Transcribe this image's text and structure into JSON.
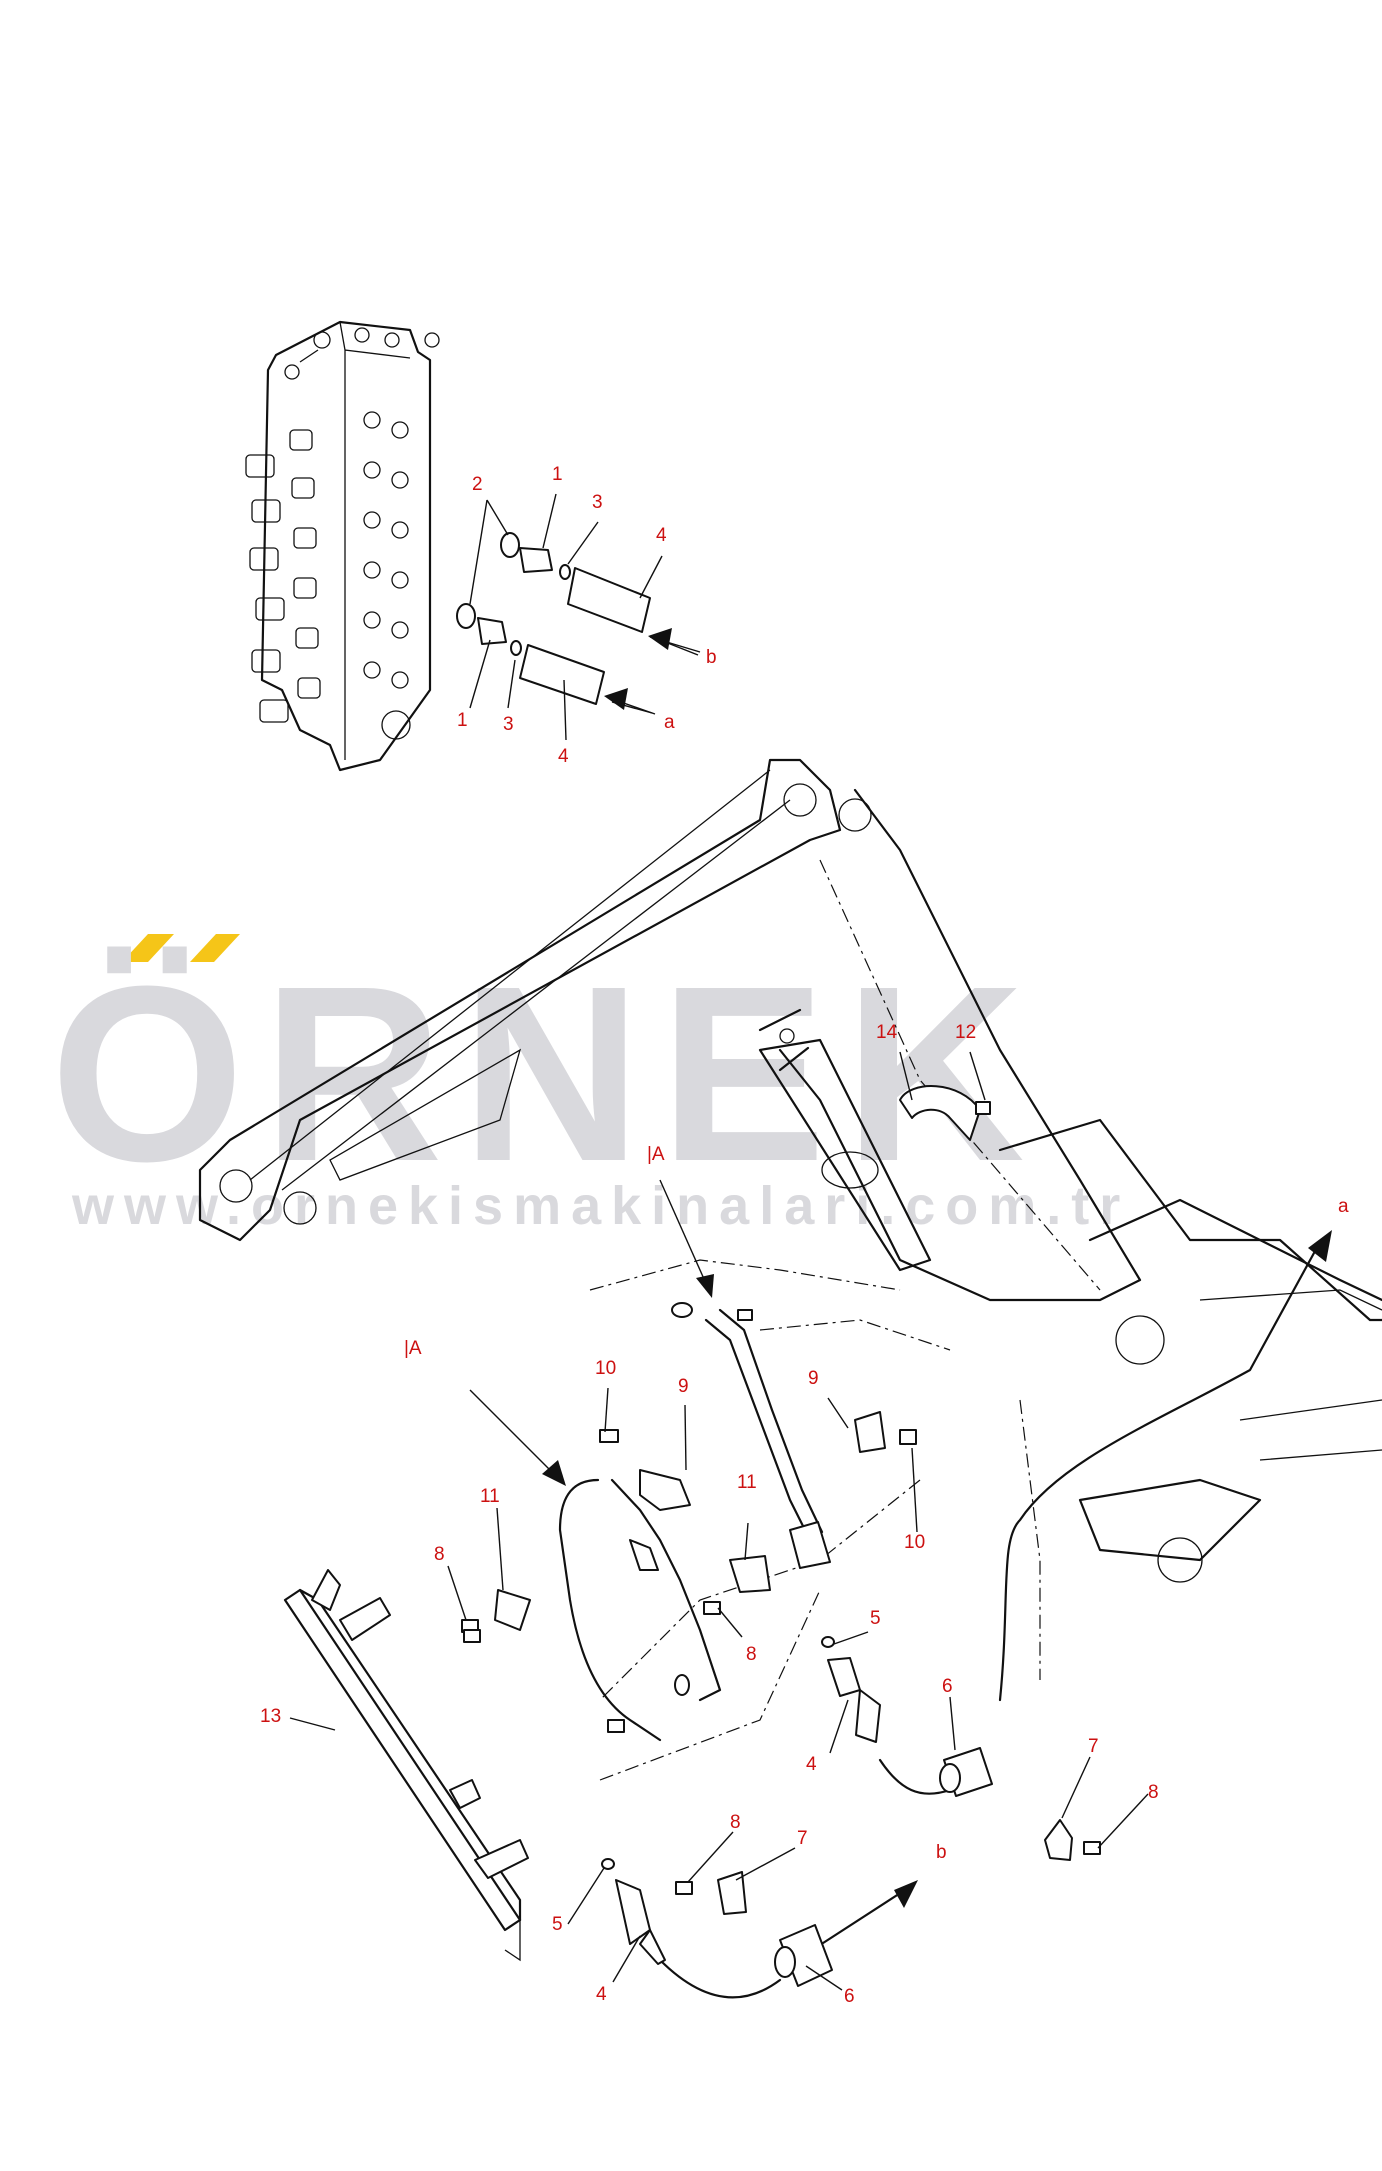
{
  "watermark": {
    "brand": "ÖRNEK",
    "url": "www.ornekismakinalari.com.tr",
    "accent_color": "#f5c518",
    "text_color": "#d9d9dd"
  },
  "labels": {
    "p1_upper": "1",
    "p2": "2",
    "p3_upper": "3",
    "p4_upper": "4",
    "b_upper": "b",
    "p1_lower": "1",
    "p3_lower": "3",
    "p4_lower": "4",
    "a_upper": "a",
    "p14": "14",
    "p12": "12",
    "view_a_1": "|A",
    "a_right": "a",
    "view_a_2": "|A",
    "p10_left": "10",
    "p9_left": "9",
    "p9_right": "9",
    "p11_left": "11",
    "p11_right": "11",
    "p8_left": "8",
    "p10_right": "10",
    "p5_right": "5",
    "p8_mid": "8",
    "p6_right": "6",
    "p13": "13",
    "p4_right": "4",
    "p7_right": "7",
    "p8_right": "8",
    "p8_bottom": "8",
    "p7_bottom": "7",
    "b_bottom": "b",
    "p5_bottom": "5",
    "p4_bottom": "4",
    "p6_bottom": "6"
  },
  "colors": {
    "label": "#cc1111",
    "line": "#111111"
  }
}
